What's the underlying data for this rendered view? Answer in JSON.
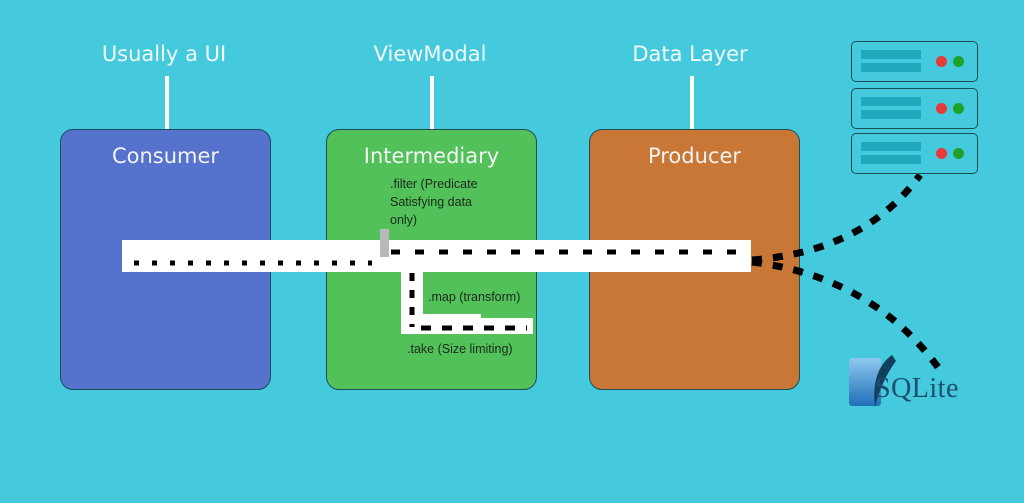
{
  "layers": [
    {
      "id": "ui",
      "label": "Usually a UI",
      "box_title": "Consumer",
      "color": "#5572cc"
    },
    {
      "id": "viewmodel",
      "label": "ViewModal",
      "box_title": "Intermediary",
      "color": "#52c15a"
    },
    {
      "id": "data",
      "label": "Data Layer",
      "box_title": "Producer",
      "color": "#c97736"
    }
  ],
  "operators": {
    "filter": ".filter (Predicate Satisfying data only)",
    "filter_lines": [
      ".filter (Predicate",
      "Satisfying data",
      "only)"
    ],
    "map": ".map (transform)",
    "take": ".take (Size limiting)"
  },
  "sources": {
    "server_icon": "server-rack-icon",
    "server_units": 3,
    "database_label": "SQLite",
    "database_icon": "sqlite-feather-icon"
  },
  "colors": {
    "background": "#45c9dc",
    "pipe": "#ffffff",
    "flow": "#000000",
    "filter_gate": "#b9b9b9"
  }
}
